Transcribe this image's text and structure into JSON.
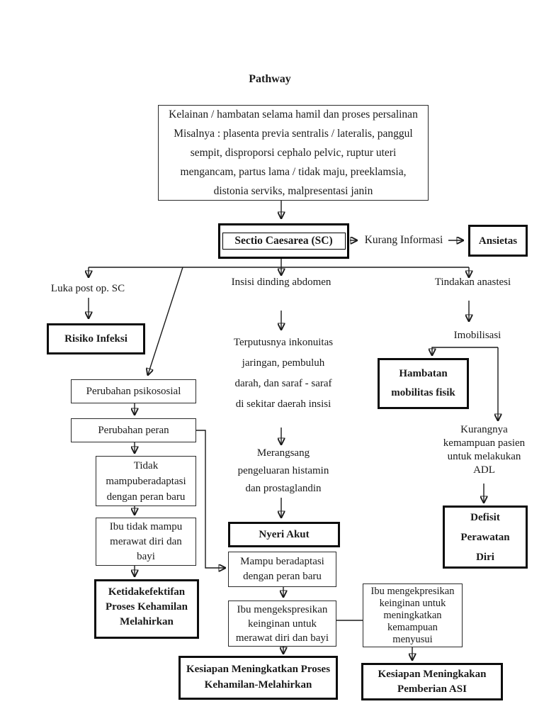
{
  "page_title": "Pathway",
  "colors": {
    "line": "#1a1a1a",
    "box_border": "#0d0d0d",
    "background": "#ffffff"
  },
  "diagram": {
    "top_cause": "Kelainan / hambatan selama hamil dan proses persalinan\nMisalnya : plasenta previa sentralis / lateralis, panggul\nsempit, disproporsi cephalo pelvic, ruptur uteri\nmengancam, partus lama / tidak maju, preeklamsia,\ndistonia serviks, malpresentasi janin",
    "sectio_caesarea": "Sectio Caesarea (SC)",
    "kurang_informasi": "Kurang Informasi",
    "ansietas": "Ansietas",
    "luka_post_op": "Luka post op. SC",
    "risiko_infeksi": "Risiko Infeksi",
    "insisi": "Insisi dinding abdomen",
    "terputusnya": "Terputusnya inkonuitas\njaringan, pembuluh\ndarah, dan saraf - saraf\ndi sekitar daerah insisi",
    "merangsang": "Merangsang\npengeluaran histamin\ndan prostaglandin",
    "nyeri_akut": "Nyeri Akut",
    "tindakan_anastesi": "Tindakan anastesi",
    "imobilisasi": "Imobilisasi",
    "hambatan_mobilitas": "Hambatan\nmobilitas fisik",
    "kurangnya_adl": "Kurangnya\nkemampuan pasien\nuntuk melakukan\nADL",
    "defisit_perawatan": "Defisit\nPerawatan\nDiri",
    "perubahan_psikososial": "Perubahan psikososial",
    "perubahan_peran": "Perubahan peran",
    "tidak_mampu_adaptasi": "Tidak\nmampuberadaptasi\ndengan peran baru",
    "ibu_tidak_mampu": "Ibu tidak mampu\nmerawat diri dan\nbayi",
    "ketidakefektifan": "Ketidakefektifan\nProses Kehamilan\nMelahirkan",
    "mampu_adaptasi": "Mampu beradaptasi\ndengan peran baru",
    "ibu_mengekspresikan_merawat": "Ibu mengekspresikan\nkeinginan untuk\nmerawat diri dan bayi",
    "kesiapan_proses": "Kesiapan Meningkatkan Proses\nKehamilan-Melahirkan",
    "ibu_mengekspresikan_menyusui": "Ibu mengekpresikan\nkeinginan untuk\nmeningkatkan\nkemampuan\nmenyusui",
    "kesiapan_asi": "Kesiapan Meningkakan\nPemberian ASI"
  }
}
